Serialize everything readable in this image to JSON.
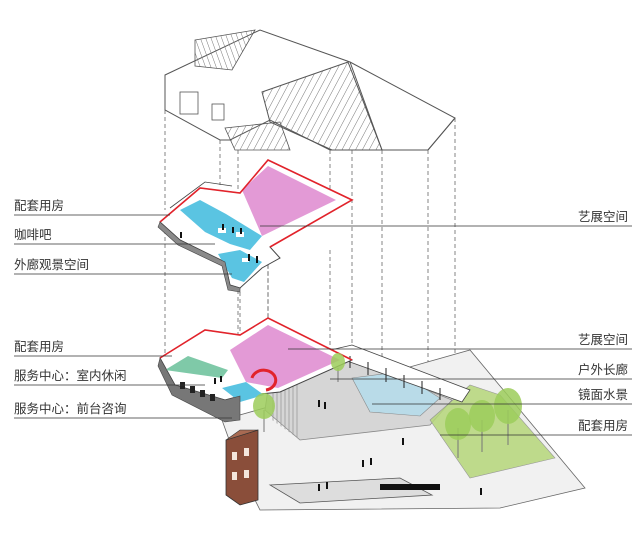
{
  "labels_left": [
    {
      "id": "ancillary-upper",
      "text": "配套用房"
    },
    {
      "id": "cafe",
      "text": "咖啡吧"
    },
    {
      "id": "corridor-viewing",
      "text": "外廊观景空间"
    },
    {
      "id": "ancillary-lower",
      "text": "配套用房"
    },
    {
      "id": "service-lounge",
      "text": "服务中心：室内休闲"
    },
    {
      "id": "service-reception",
      "text": "服务中心：前台咨询"
    }
  ],
  "labels_right": [
    {
      "id": "exhibition-upper",
      "text": "艺展空间"
    },
    {
      "id": "exhibition-lower",
      "text": "艺展空间"
    },
    {
      "id": "outdoor-gallery",
      "text": "户外长廊"
    },
    {
      "id": "mirror-water",
      "text": "镜面水景"
    },
    {
      "id": "ancillary-right",
      "text": "配套用房"
    }
  ],
  "colors": {
    "exhibition": "#e39ad6",
    "cafe": "#5ac4e2",
    "outline": "#e2232b",
    "greenery": "#b6d77a",
    "trees": "#9ccc5a",
    "paving": "#d6d6d6",
    "brick": "#8a4e3a",
    "water": "#b9dbe8"
  }
}
